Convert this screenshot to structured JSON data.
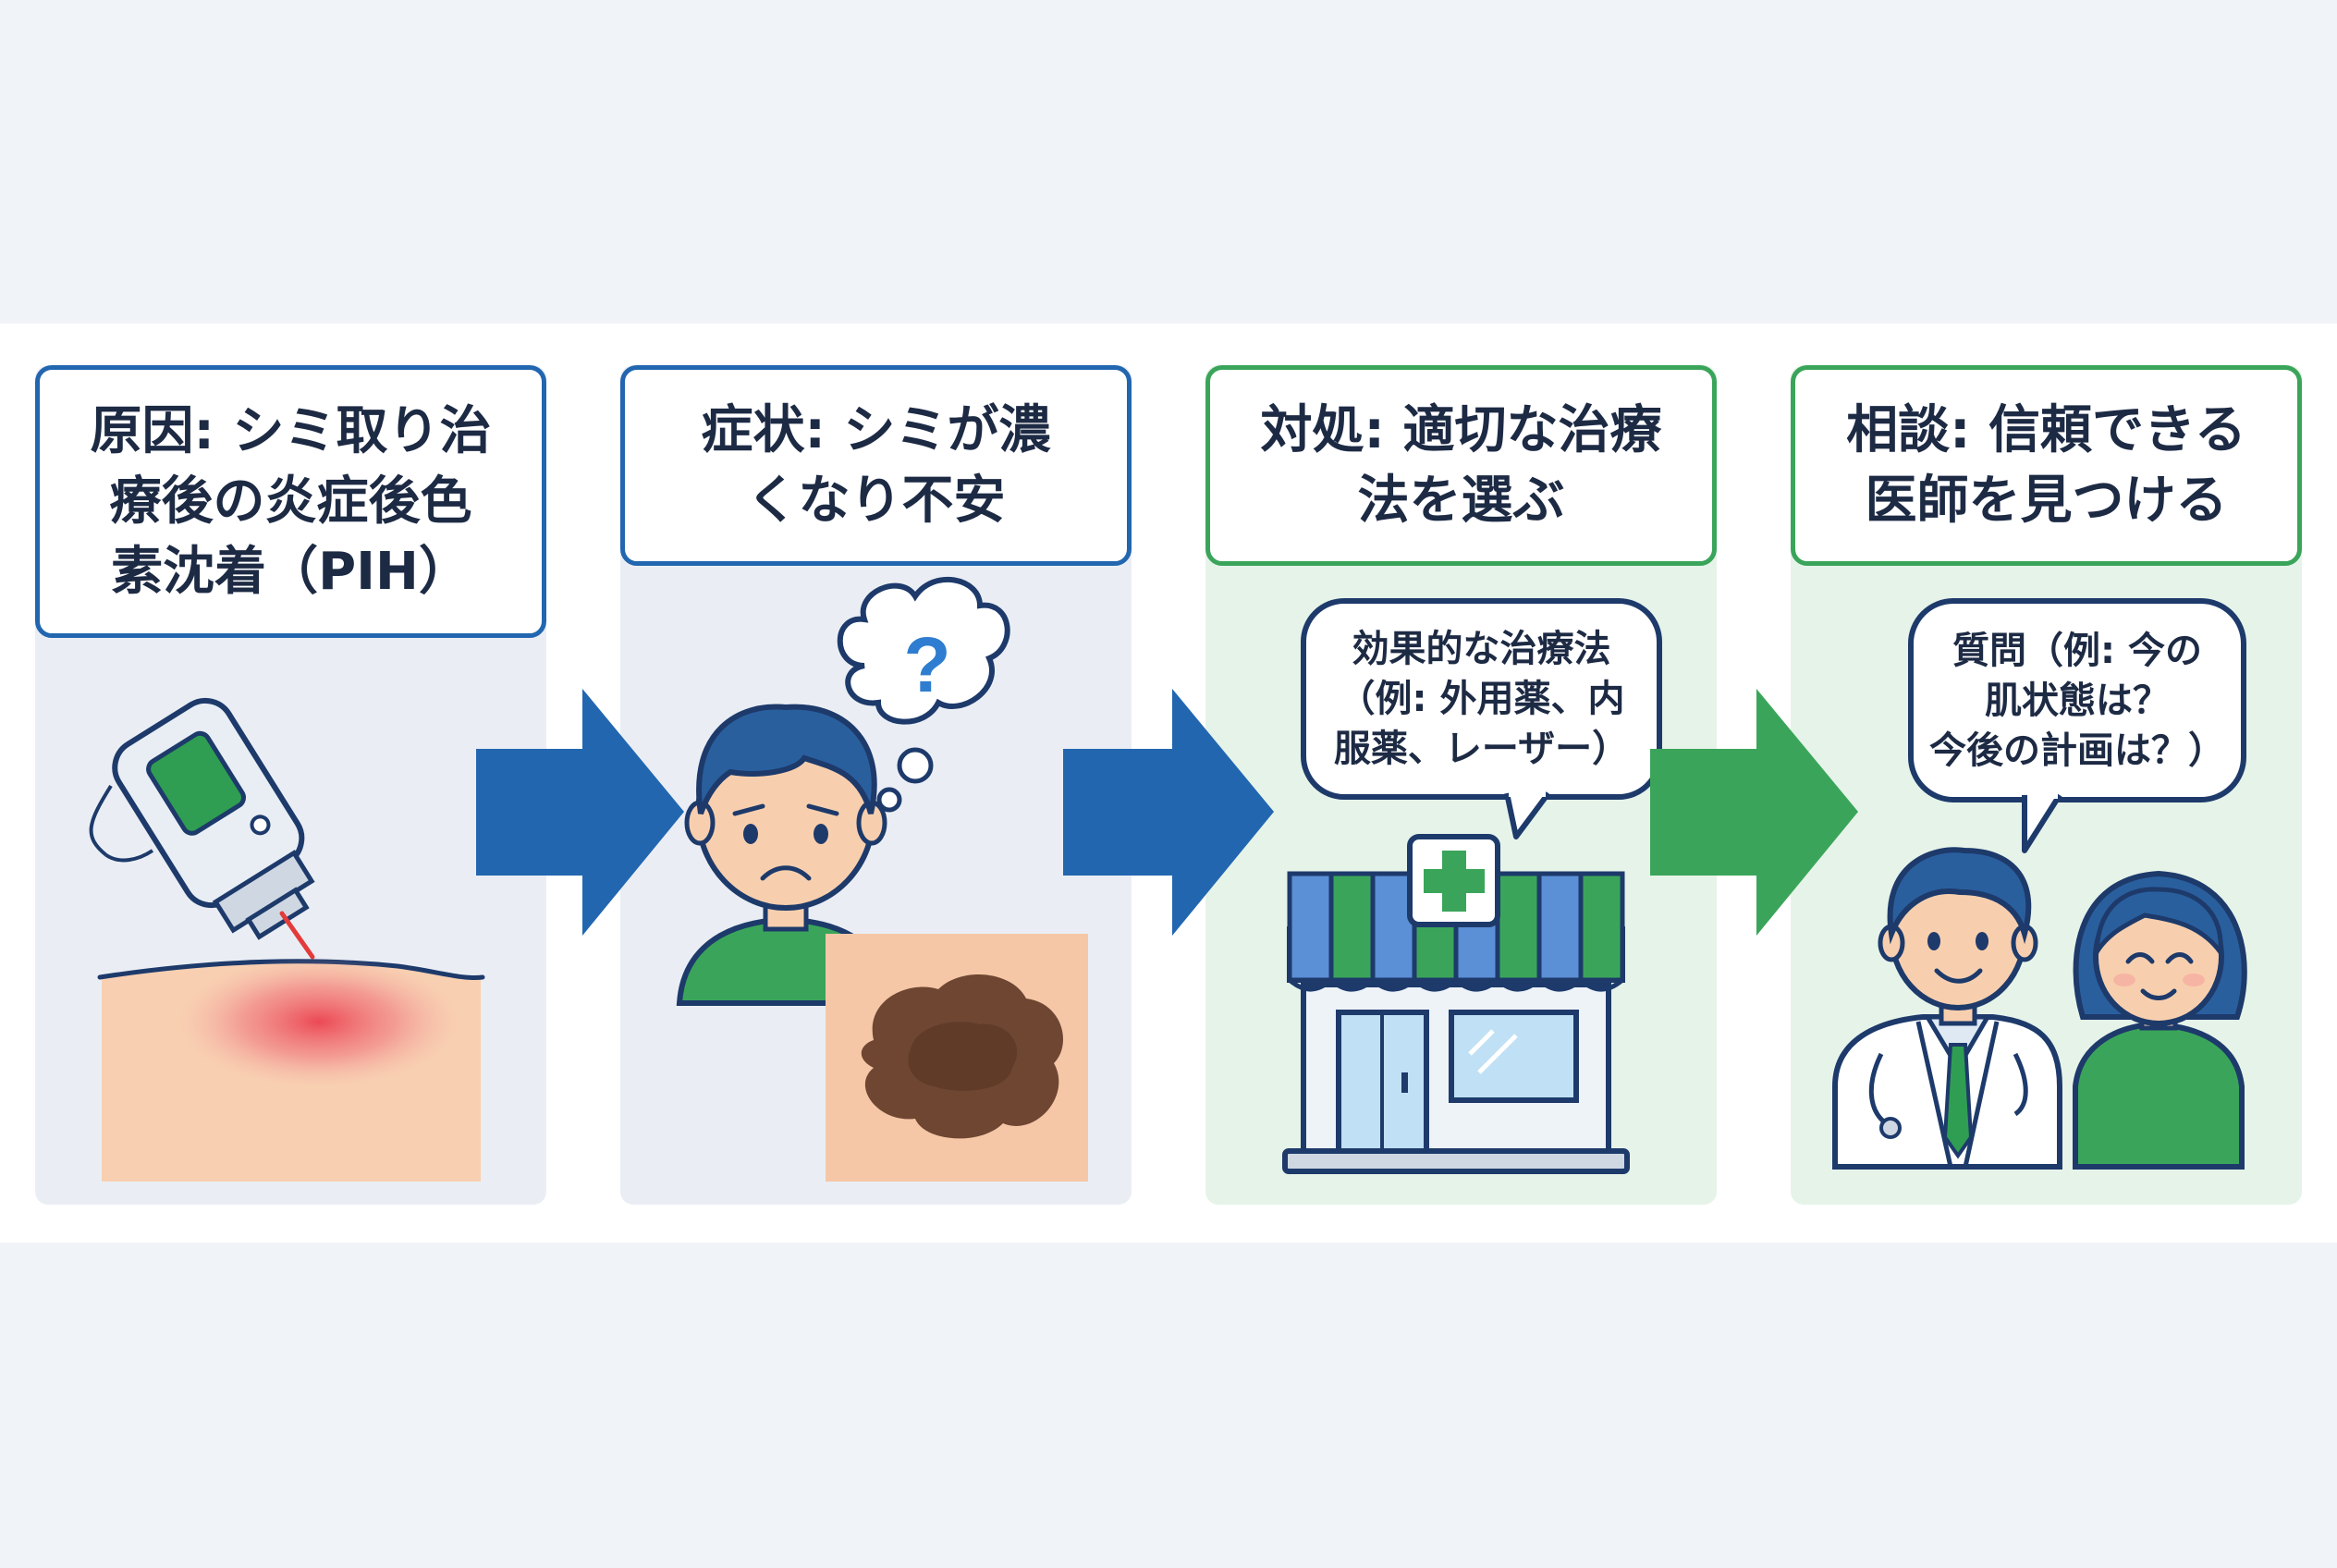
{
  "steps": [
    {
      "title": "原因: シミ取り治\n療後の炎症後色\n素沈着（PIH）",
      "color": "#2266b0"
    },
    {
      "title": "症状: シミが濃\nくなり不安",
      "color": "#2266b0"
    },
    {
      "title": "対処: 適切な治療\n法を選ぶ",
      "color": "#3aa55a"
    },
    {
      "title": "相談: 信頼できる\n医師を見つける",
      "color": "#3aa55a"
    }
  ],
  "bubbles": {
    "thought": "?",
    "treatment": "効果的な治療法\n（例: 外用薬、内\n服薬、レーザー）",
    "consult": "質問（例: 今の\n肌状態は？\n今後の計画は？）"
  },
  "icons": [
    "laser-device-icon",
    "worried-person-icon",
    "skin-spot-icon",
    "pharmacy-store-icon",
    "doctor-icon",
    "patient-icon"
  ],
  "colors": {
    "blue": "#2266b0",
    "green": "#3aa55a",
    "navy": "#1d3a6b"
  }
}
